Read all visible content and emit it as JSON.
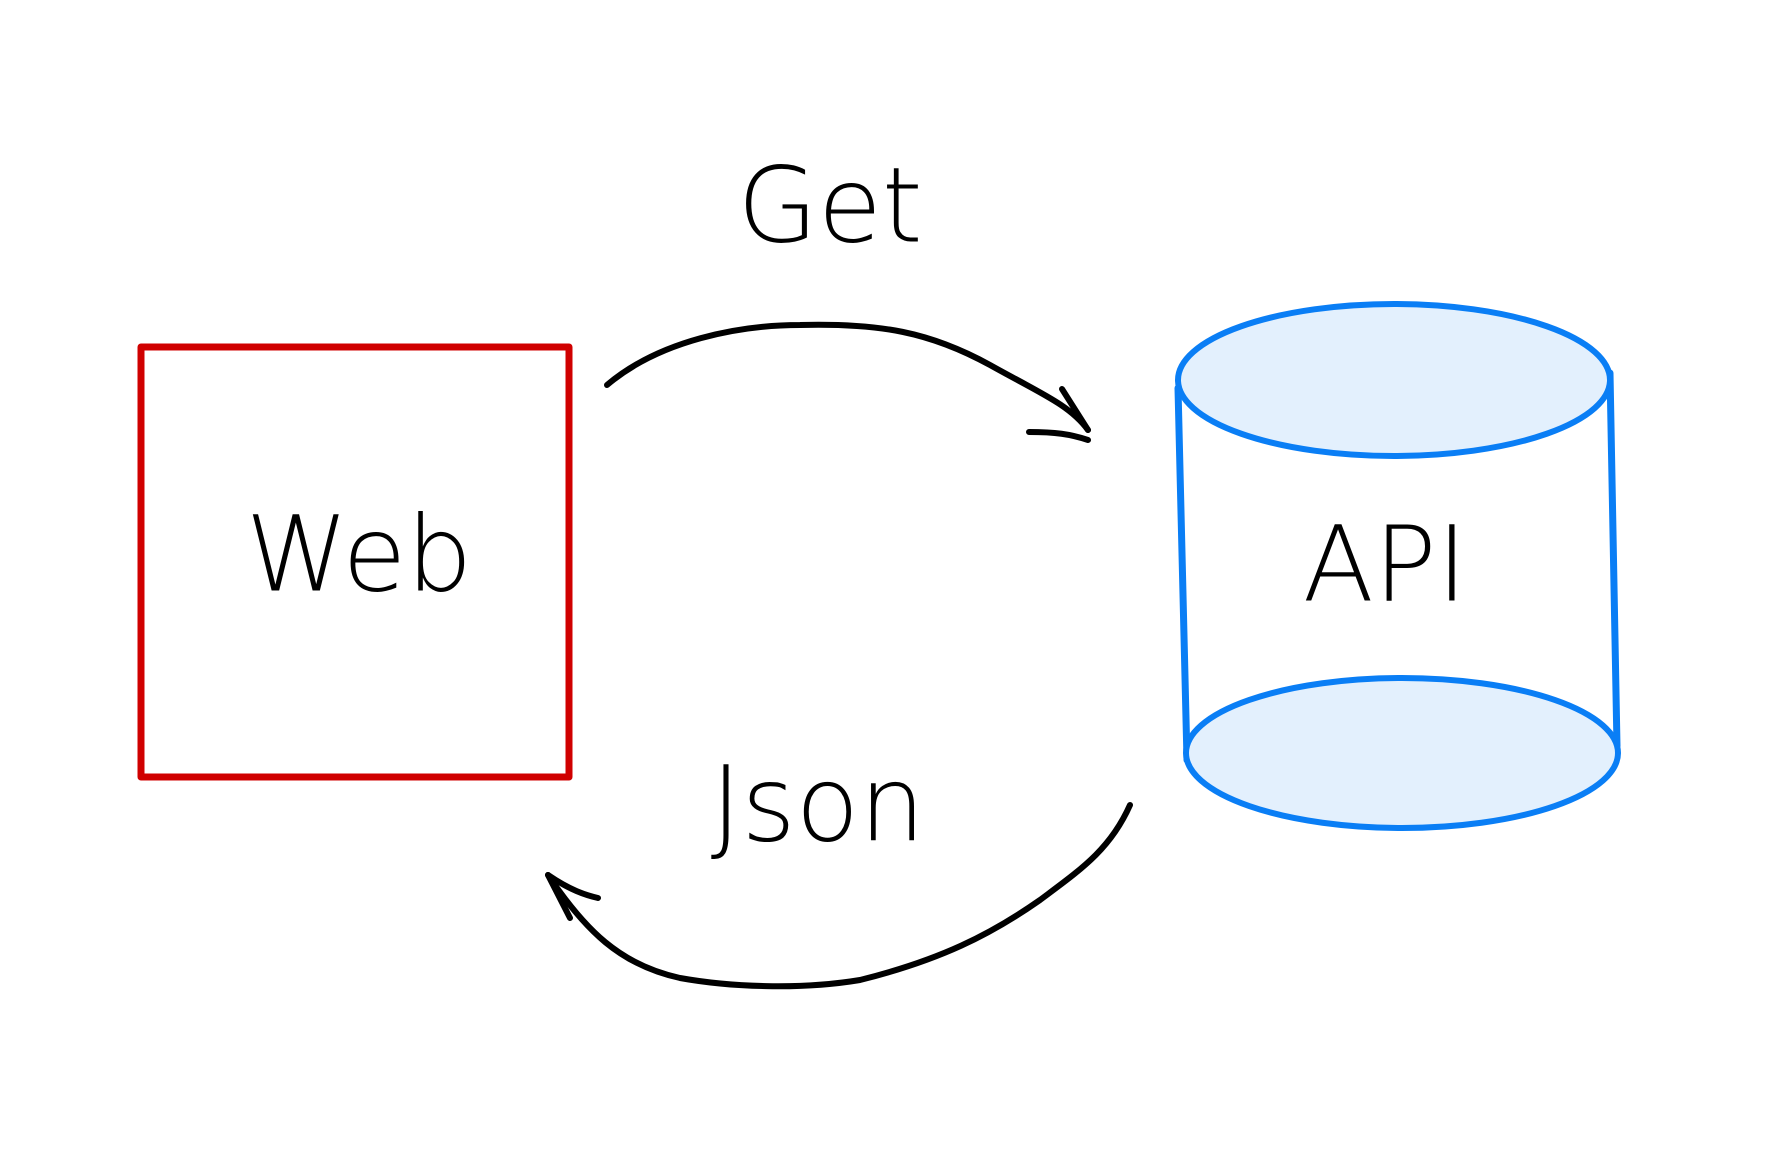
{
  "nodes": {
    "web": {
      "label": "Web",
      "shape": "rectangle",
      "stroke": "#d00000",
      "fill": "#ffffff"
    },
    "api": {
      "label": "API",
      "shape": "cylinder",
      "stroke": "#0a7ef5",
      "fill": "#e3f0fd"
    }
  },
  "edges": {
    "request": {
      "label": "Get",
      "from": "web",
      "to": "api"
    },
    "response": {
      "label": "Json",
      "from": "api",
      "to": "web"
    }
  },
  "colors": {
    "ink": "#000000",
    "background": "#ffffff"
  }
}
